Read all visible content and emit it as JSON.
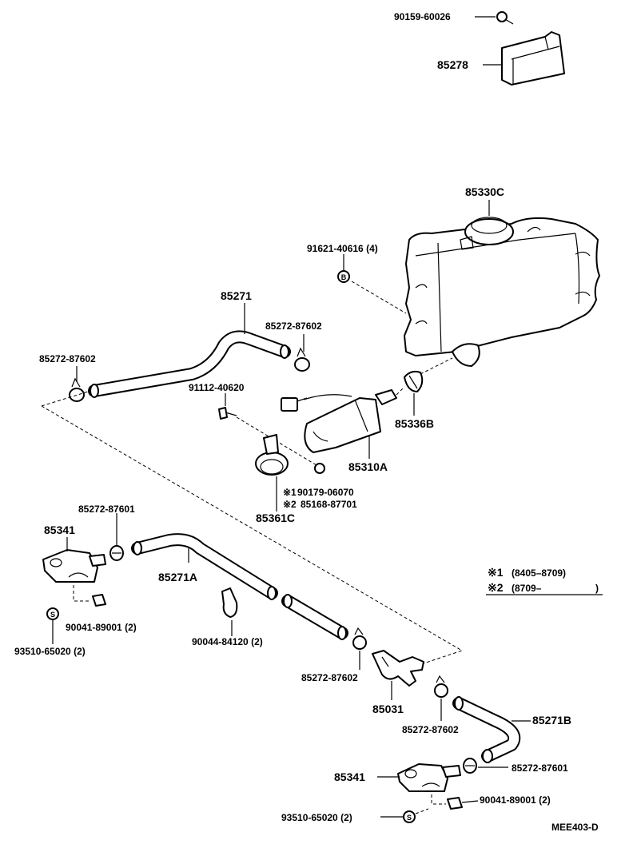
{
  "labels": {
    "p90159": "90159-60026",
    "p85278": "85278",
    "p85330c": "85330C",
    "p91621": "91621-40616 (4)",
    "p85271": "85271",
    "p85272_87602_a": "85272-87602",
    "p85272_87602_b": "85272-87602",
    "p91112": "91112-40620",
    "p85336b": "85336B",
    "p85310a": "85310A",
    "p90179": "90179-06070",
    "p85168": "85168-87701",
    "p85361c": "85361C",
    "p85272_87601_a": "85272-87601",
    "p85341_a": "85341",
    "p85271a": "85271A",
    "p90041_a": "90041-89001 (2)",
    "p93510_a": "93510-65020 (2)",
    "p90044": "90044-84120 (2)",
    "p85272_87602_c": "85272-87602",
    "p85031": "85031",
    "p85272_87602_d": "85272-87602",
    "p85271b": "85271B",
    "p85341_b": "85341",
    "p85272_87601_b": "85272-87601",
    "p90041_b": "90041-89001 (2)",
    "p93510_b": "93510-65020 (2)"
  },
  "notes": {
    "mark1": "※1",
    "mark2": "※2",
    "range1": "(8405–8709)",
    "range2": "(8709–",
    "range2_close": ")"
  },
  "circle_marks": {
    "b": "B",
    "s": "S"
  },
  "diagram_code": "MEE403-D"
}
